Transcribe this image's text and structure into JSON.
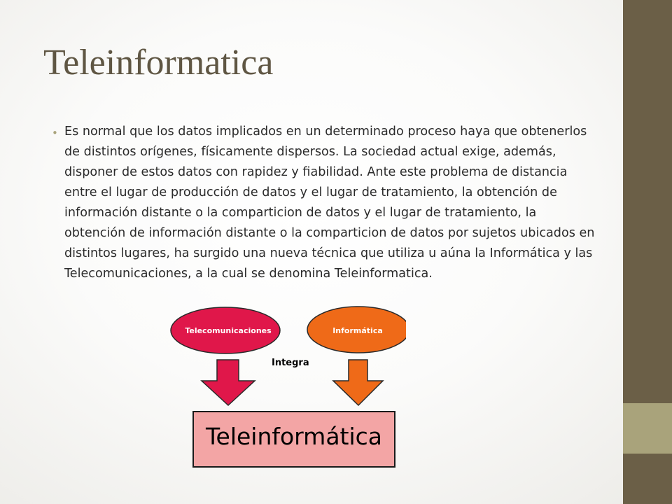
{
  "slide": {
    "title": "Teleinformatica",
    "bullet": "Es normal que los datos implicados en un determinado proceso haya que obtenerlos de distintos orígenes, físicamente dispersos. La sociedad actual exige, además, disponer de estos datos con rapidez y fiabilidad. Ante este problema de distancia entre el lugar de producción de datos y el lugar de tratamiento, la obtención de información distante o la comparticion de datos y el lugar de tratamiento, la obtención de información distante o la comparticion de datos por sujetos ubicados en distintos lugares, ha surgido una nueva técnica que utiliza u aúna la Informática y las Telecomunicaciones, a la cual se denomina Teleinformatica."
  },
  "diagram": {
    "left_node": "Telecomunicaciones",
    "right_node": "Informática",
    "connector": "Integra",
    "result": "Teleinformática"
  },
  "colors": {
    "band_dark": "#6b5f47",
    "band_light": "#a9a37b",
    "title": "#5f5643",
    "telecom": "#e0174a",
    "informatica": "#ef6a18",
    "result_fill": "#f3a5a5"
  }
}
